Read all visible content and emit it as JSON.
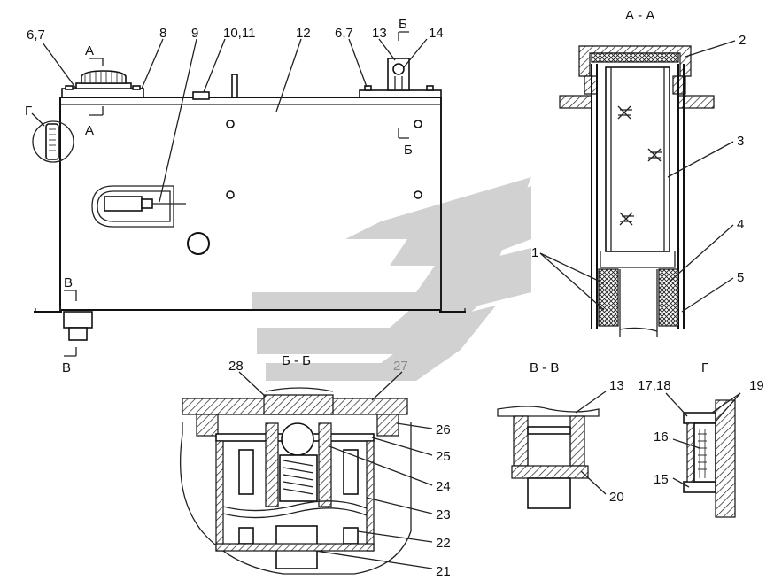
{
  "section_titles": {
    "aa": "А - А",
    "bb": "Б - Б",
    "vv": "В - В",
    "g": "Г"
  },
  "cut_marks": {
    "a_top": "А",
    "a_bottom": "А",
    "b_top": "Б",
    "b_side": "Б",
    "v_top": "В",
    "v_bottom": "В",
    "g_side": "Г"
  },
  "callouts": {
    "main": [
      "6,7",
      "8",
      "9",
      "10,11",
      "12",
      "6,7",
      "13",
      "14"
    ],
    "aa": [
      "2",
      "3",
      "4",
      "1",
      "5"
    ],
    "bb": [
      "28",
      "27",
      "26",
      "25",
      "24",
      "23",
      "22",
      "21"
    ],
    "vv": [
      "13",
      "20"
    ],
    "g": [
      "17,18",
      "19",
      "16",
      "15"
    ]
  },
  "colors": {
    "line": "#111111",
    "watermark": "#c9c9c9",
    "callout_27": "#8a8a8a"
  },
  "icons": {
    "watermark": "logo-watermark-icon"
  }
}
